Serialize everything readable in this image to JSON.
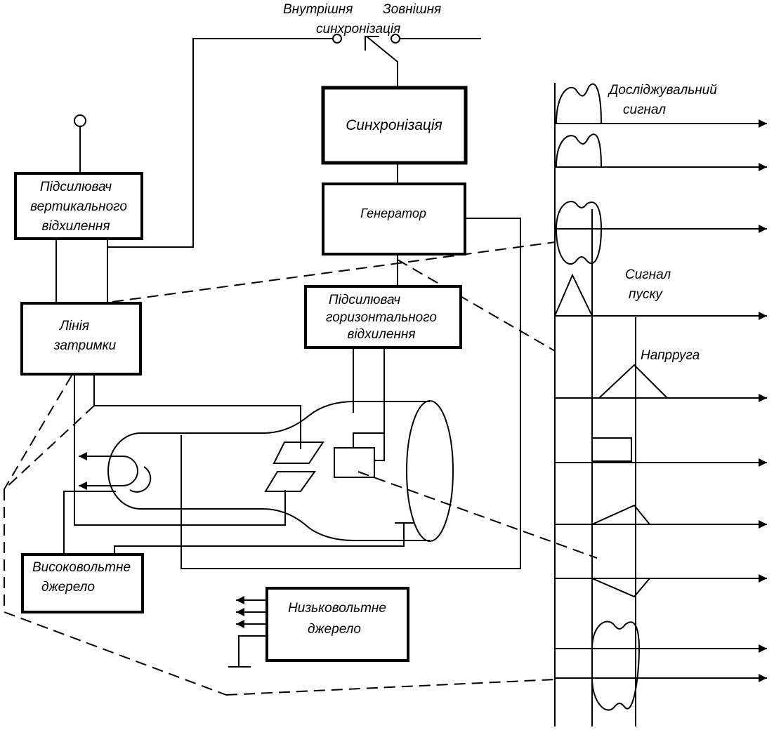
{
  "switch": {
    "internal_label": "Внутрішня",
    "external_label": "Зовнішня",
    "sync_label": "синхронізація"
  },
  "blocks": {
    "vertical_amp": [
      "Підсилювач",
      "вертикального",
      "відхилення"
    ],
    "delay_line": [
      "Лінія",
      "затримки"
    ],
    "sync": [
      "Синхронізація"
    ],
    "generator": [
      "Генератор"
    ],
    "horizontal_amp": [
      "Підсилювач",
      "горизонтального",
      "відхилення"
    ],
    "high_voltage": [
      "Високовольтне",
      "джерело"
    ],
    "low_voltage": [
      "Низьковольтне",
      "джерело"
    ]
  },
  "signals": {
    "input_signal": [
      "Досліджувальний",
      "сигнал"
    ],
    "trigger_signal": [
      "Сигнал",
      "пуску"
    ],
    "voltage": [
      "Напрруга"
    ]
  },
  "colors": {
    "line": "#000000",
    "background": "#ffffff"
  }
}
